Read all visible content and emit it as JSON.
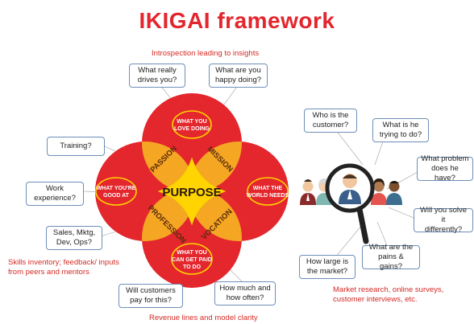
{
  "title": "IKIGAI framework",
  "notes": {
    "top": "Introspection leading to insights",
    "left": "Skills inventory; feedback/ inputs\nfrom peers and mentors",
    "bottom": "Revenue lines and model clarity",
    "right": "Market research, online surveys,\ncustomer interviews, etc."
  },
  "circles": {
    "love": [
      "WHAT YOU",
      "LOVE DOING"
    ],
    "good": [
      "WHAT YOU'RE",
      "GOOD AT"
    ],
    "world": [
      "WHAT THE",
      "WORLD NEEDS"
    ],
    "paid": [
      "WHAT YOU",
      "CAN GET PAID",
      "TO DO"
    ]
  },
  "petals": {
    "passion": "PASSION",
    "mission": "MISSION",
    "profession": "PROFESSION",
    "vocation": "VOCATION"
  },
  "center": "PURPOSE",
  "questions_left": {
    "drives": "What really\ndrives you?",
    "happy": "What are you\nhappy doing?",
    "training": "Training?",
    "work": "Work\nexperience?",
    "sales": "Sales, Mktg,\nDev, Ops?",
    "pay": "Will customers\npay for this?",
    "howmuch": "How much and\nhow often?"
  },
  "questions_right": {
    "customer": "Who is the\ncustomer?",
    "trying": "What is he\ntrying to do?",
    "problem": "What problem\ndoes he have?",
    "solve": "Will you solve it\ndifferently?",
    "pains": "What are the\npains & gains?",
    "large": "How large is\nthe market?"
  },
  "colors": {
    "title": "#e3262e",
    "circle_red": "#e4262d",
    "petal_orange": "#f5a623",
    "center_yellow": "#ffd400",
    "bubble_border": "#6d8fb8"
  }
}
